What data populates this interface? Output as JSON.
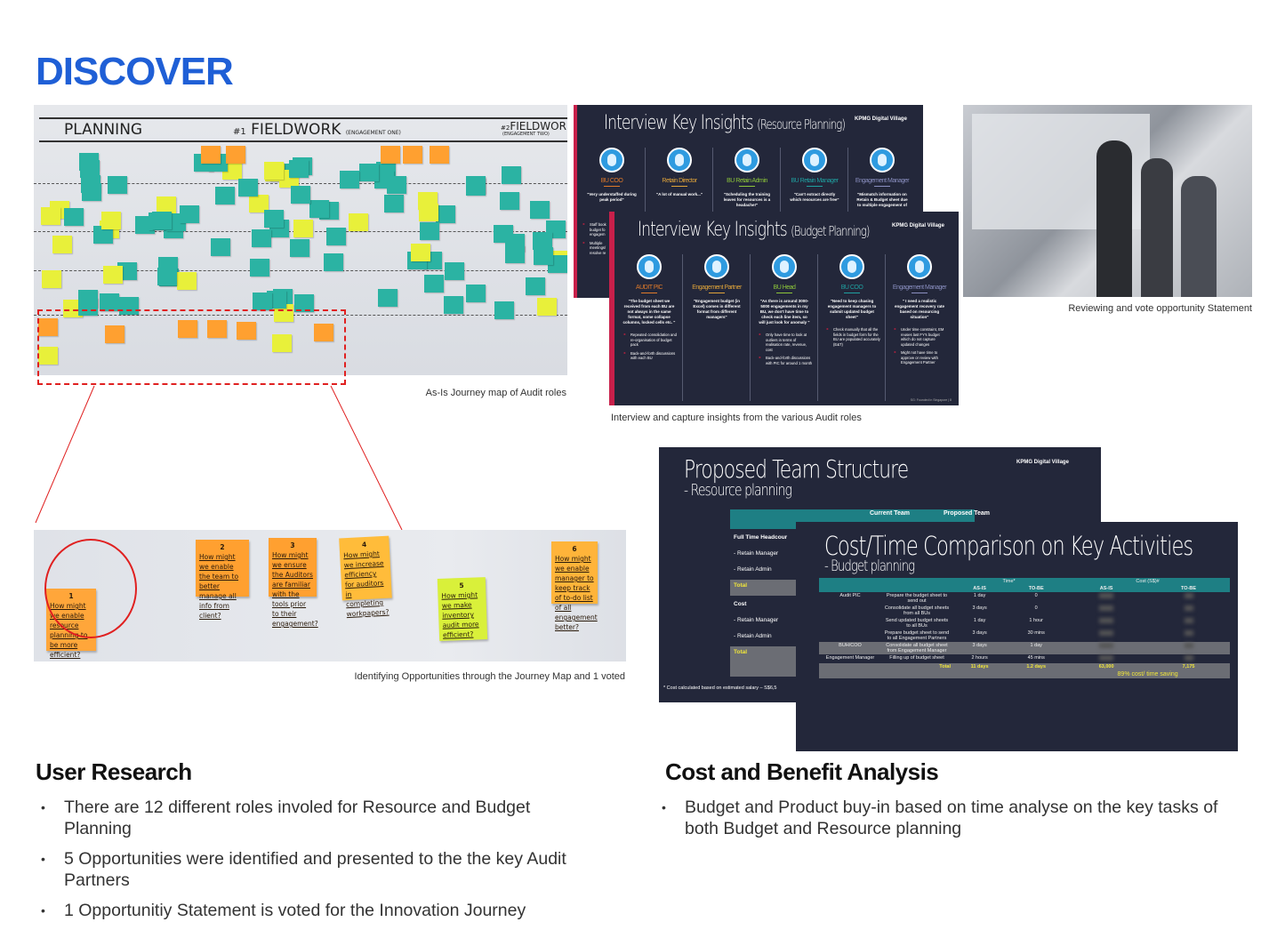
{
  "title": "DISCOVER",
  "journey_map": {
    "phases": [
      "PLANNING",
      "FIELDWORK",
      "FIELDWORK"
    ],
    "phase_notes": [
      "#1",
      "(ENGAGEMENT ONE)",
      "#2",
      "(ENGAGEMENT TWO)"
    ],
    "caption": "As-Is Journey map of Audit roles"
  },
  "opportunities": {
    "notes": [
      {
        "num": "1",
        "text": "How might we enable resource planning to be more efficient?",
        "color": "#ffa63a"
      },
      {
        "num": "2",
        "text": "How might we enable the team to better manage all info from client?",
        "color": "#ffa030"
      },
      {
        "num": "3",
        "text": "How might we ensure the Auditors are familiar with the tools prior to their engagement?",
        "color": "#ffa030"
      },
      {
        "num": "4",
        "text": "How might we increase efficiency for auditors in completing workpapers?",
        "color": "#ffbc3a"
      },
      {
        "num": "5",
        "text": "How might we make inventory audit more efficient?",
        "color": "#d9f03a"
      },
      {
        "num": "6",
        "text": "How might we enable manager to keep track of to-do list of all engagement better?",
        "color": "#ffb43a"
      }
    ],
    "caption": "Identifying Opportunities through the Journey Map and 1 voted"
  },
  "interview_resource": {
    "title": "Interview Key Insights",
    "subtitle": "(Resource Planning)",
    "logo": "KPMG Digital Village",
    "roles": [
      {
        "role": "BU COO",
        "color": "#e07a2a",
        "quote": "\"Very understaffed during peak period\"",
        "points": [
          "Staff book budget fo engagem",
          "Multiple meetings/ resolve re"
        ]
      },
      {
        "role": "Retain Director",
        "color": "#e0a43a",
        "quote": "\"A lot of manual work...\"",
        "points": []
      },
      {
        "role": "BU Retain Admin",
        "color": "#8cc63a",
        "quote": "\"Scheduling the training leaves for resources is a headache!\"",
        "points": []
      },
      {
        "role": "BU Retain Manager",
        "color": "#1fa0a0",
        "quote": "\"Can't extract directly which resources are free\"",
        "points": []
      },
      {
        "role": "Engagement Manager",
        "color": "#8a8fc0",
        "quote": "\"Mismatch information on Retain & Budget sheet due to multiple engagement of",
        "points": []
      }
    ]
  },
  "interview_budget": {
    "title": "Interview Key Insights",
    "subtitle": "(Budget Planning)",
    "logo": "KPMG Digital Village",
    "footer": "SG: Founded in Singapore | 8",
    "roles": [
      {
        "role": "AUDIT PIC",
        "color": "#e07a2a",
        "quote": "\"The budget sheet we received from each BU are not always in the same format, some collapse columns, locked cells etc. \"",
        "points": [
          "Repeated consolidation and re-organisation of budget pack",
          "Back-and-forth discussions with each BU"
        ]
      },
      {
        "role": "Engagement Partner",
        "color": "#e0a43a",
        "quote": "\"Engagement budget (in Excel) comes in different format from different managers\"",
        "points": []
      },
      {
        "role": "BU Head",
        "color": "#8cc63a",
        "quote": "\"As there is around 3000-5000 engagements in my BU, we don't have time to check each line item, so will just look for anomaly \"",
        "points": [
          "Only have time to look at outliers in terms of realisation rate, revenue, cost",
          "Back-and-forth discussions with PIC for around 1 month"
        ]
      },
      {
        "role": "BU COO",
        "color": "#1fa0a0",
        "quote": "\"Need to keep chasing engagement managers to submit updated budget sheet\"",
        "points": [
          "Check manually that all the fields in budget form for the BU are populated accurately (E&T)"
        ]
      },
      {
        "role": "Engagement Manager",
        "color": "#8a8fc0",
        "quote": "\" I need a realistic engagement recovery rate based on resourcing situation\"",
        "points": [
          "Under time constraint, EM reuses last FY's budget which do not capture updated changes",
          "Might not have time to approve or review with Engagement Partner"
        ]
      }
    ],
    "caption": "Interview and capture insights from the various Audit roles"
  },
  "photo_caption": "Reviewing and vote opportunity Statement",
  "team_structure": {
    "title": "Proposed Team Structure",
    "subtitle": "- Resource planning",
    "logo": "KPMG Digital Village",
    "headers": [
      "Current Team",
      "Proposed Team"
    ],
    "rows": [
      "Full Time Headcour",
      "- Retain Manager",
      "- Retain Admin",
      "Total",
      "Cost",
      "- Retain Manager",
      "- Retain Admin",
      "Total"
    ],
    "footnote": "* Cost calculated based on estimated salary – S$6,5"
  },
  "cost_time": {
    "title": "Cost/Time Comparison on Key Activities",
    "subtitle": "- Budget planning",
    "group_headers": [
      "Time*",
      "Cost (S$)#"
    ],
    "sub_headers": [
      "AS-IS",
      "TO-BE",
      "AS-IS",
      "TO-BE"
    ],
    "rows": [
      {
        "role": "Audit PIC",
        "task": "Prepare the budget sheet to send out",
        "time_asis": "1 day",
        "time_tobe": "0"
      },
      {
        "role": "",
        "task": "Consolidate all budget sheets from all BUs",
        "time_asis": "3 days",
        "time_tobe": "0"
      },
      {
        "role": "",
        "task": "Send updated budget sheets to all BUs",
        "time_asis": "1 day",
        "time_tobe": "1 hour"
      },
      {
        "role": "",
        "task": "Prepare budget sheet to send to all Engagement Partners",
        "time_asis": "3 days",
        "time_tobe": "30 mins"
      },
      {
        "role": "BUH/COO",
        "task": "Consolidate all budget sheet from Engagement Manager",
        "time_asis": "3 days",
        "time_tobe": "1 day"
      },
      {
        "role": "Engagement Manager",
        "task": "Filling up of budget sheet",
        "time_asis": "2 hours",
        "time_tobe": "45 mins"
      }
    ],
    "total": {
      "label": "Total",
      "time_asis": "11 days",
      "time_tobe": "1.2 days",
      "cost_asis": "63,000",
      "cost_tobe": "7,175"
    },
    "saving": "89% cost/ time saving"
  },
  "user_research": {
    "heading": "User Research",
    "bullets": [
      "There are 12 different roles involed for Resource and Budget Planning",
      "5 Opportunities were identified and presented to the the key Audit Partners",
      "1 Opportunitiy Statement is voted for the Innovation Journey"
    ]
  },
  "cost_benefit": {
    "heading": "Cost and Benefit Analysis",
    "bullets": [
      "Budget and Product buy-in based on time analyse on the key tasks of both Budget and Resource planning"
    ]
  }
}
